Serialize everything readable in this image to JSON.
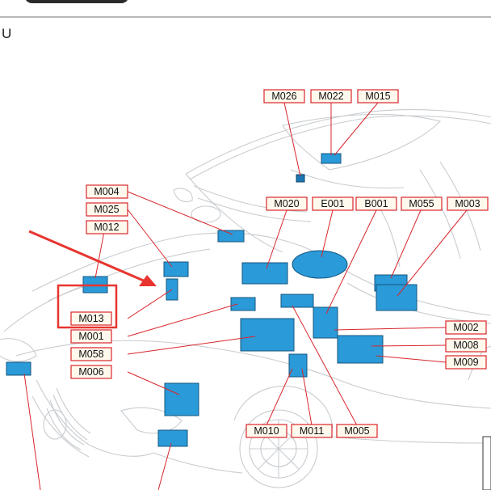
{
  "page": {
    "corner_letter": "U"
  },
  "labels": {
    "m026": "M026",
    "m022": "M022",
    "m015": "M015",
    "m004": "M004",
    "m025": "M025",
    "m012": "M012",
    "m020": "M020",
    "e001": "E001",
    "b001": "B001",
    "m055": "M055",
    "m003": "M003",
    "m013": "M013",
    "m001": "M001",
    "m058": "M058",
    "m006": "M006",
    "m002": "M002",
    "m008": "M008",
    "m009": "M009",
    "m010": "M010",
    "m011": "M011",
    "m005": "M005"
  },
  "colors": {
    "component": "#2a9ad8",
    "leader": "#d8262c",
    "label_bg": "#fff8ec",
    "car_line": "#c8ccd0",
    "pointer_arrow": "#e8352f"
  }
}
